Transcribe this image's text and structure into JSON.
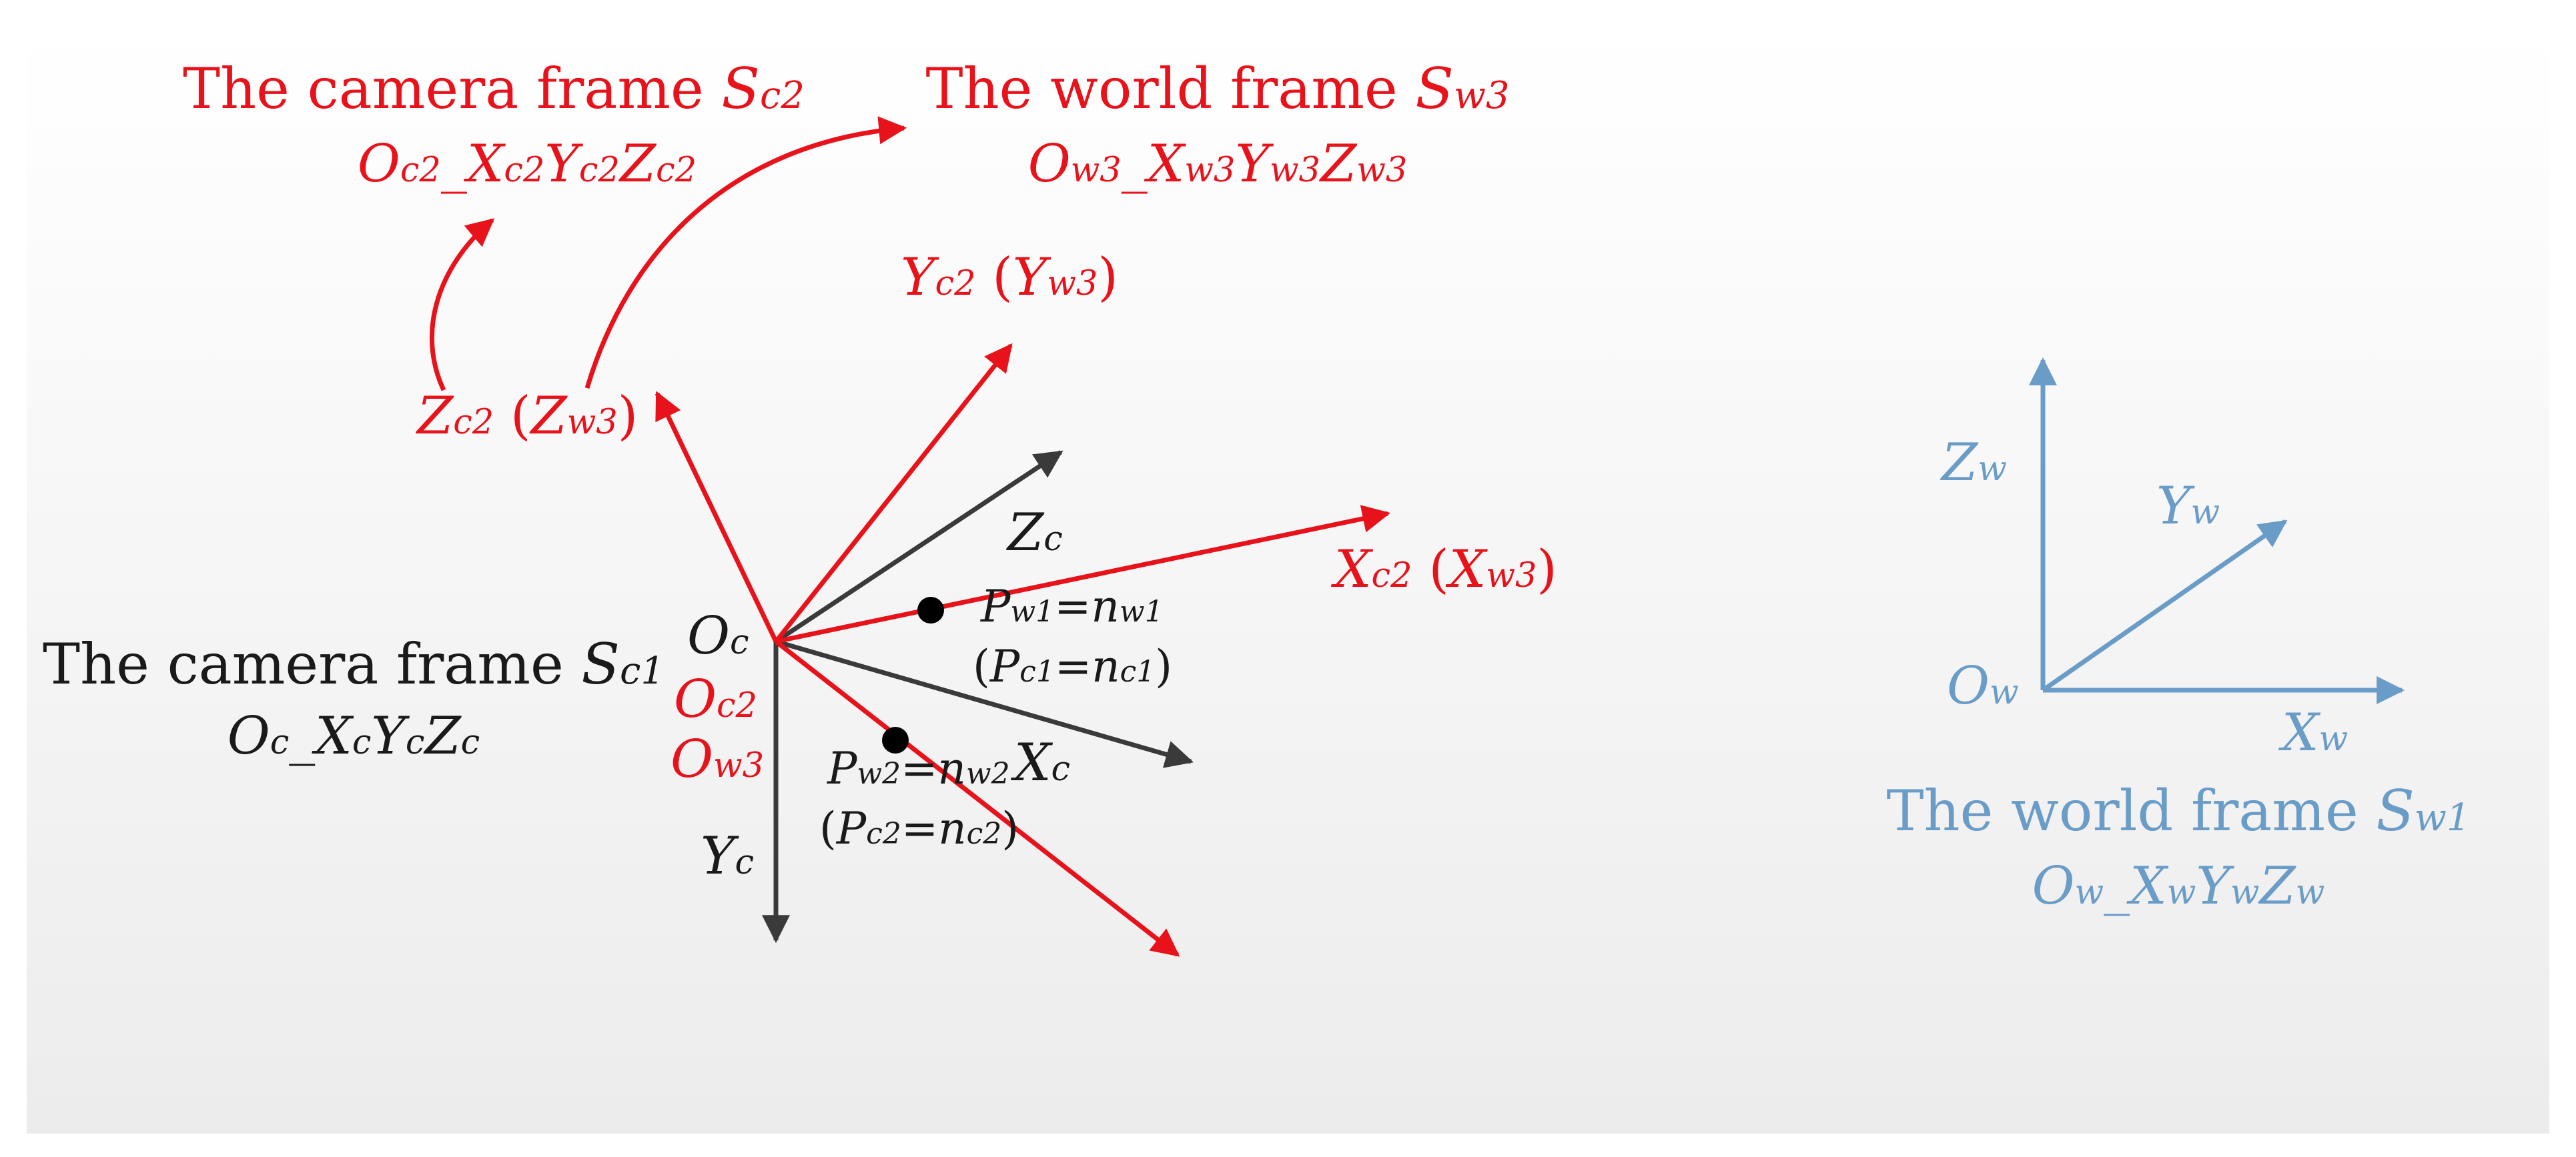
{
  "colors": {
    "red": "#e8121b",
    "black": "#1a1a1a",
    "gray_axis": "#3a3a3a",
    "blue": "#6a9cc8",
    "bg_top": "#ffffff",
    "bg_bottom": "#ececec"
  },
  "camera_frame_c2": {
    "title_prefix": "The camera frame ",
    "symbol": "S",
    "symbol_sub": "c2",
    "axes_label": [
      {
        "t": "O",
        "i": true
      },
      {
        "t": "c2",
        "s": true
      },
      {
        "t": "_",
        "i": false
      },
      {
        "t": "X",
        "i": true
      },
      {
        "t": "c2",
        "s": true
      },
      {
        "t": "Y",
        "i": true
      },
      {
        "t": "c2",
        "s": true
      },
      {
        "t": "Z",
        "i": true
      },
      {
        "t": "c2",
        "s": true
      }
    ]
  },
  "world_frame_w3": {
    "title_prefix": "The world frame ",
    "symbol": "S",
    "symbol_sub": "w3",
    "axes_label": [
      {
        "t": "O",
        "i": true
      },
      {
        "t": "w3",
        "s": true
      },
      {
        "t": "_",
        "i": false
      },
      {
        "t": "X",
        "i": true
      },
      {
        "t": "w3",
        "s": true
      },
      {
        "t": "Y",
        "i": true
      },
      {
        "t": "w3",
        "s": true
      },
      {
        "t": "Z",
        "i": true
      },
      {
        "t": "w3",
        "s": true
      }
    ]
  },
  "camera_frame_c1": {
    "title_prefix": "The camera frame ",
    "symbol": "S",
    "symbol_sub": "c1",
    "axes_label": [
      {
        "t": "O",
        "i": true
      },
      {
        "t": "c",
        "s": true
      },
      {
        "t": "_",
        "i": false
      },
      {
        "t": "X",
        "i": true
      },
      {
        "t": "c",
        "s": true
      },
      {
        "t": "Y",
        "i": true
      },
      {
        "t": "c",
        "s": true
      },
      {
        "t": "Z",
        "i": true
      },
      {
        "t": "c",
        "s": true
      }
    ]
  },
  "world_frame_w1": {
    "title_prefix": "The world frame ",
    "symbol": "S",
    "symbol_sub": "w1",
    "axes_label": [
      {
        "t": "O",
        "i": true
      },
      {
        "t": "w",
        "s": true
      },
      {
        "t": "_",
        "i": false
      },
      {
        "t": "X",
        "i": true
      },
      {
        "t": "w",
        "s": true
      },
      {
        "t": "Y",
        "i": true
      },
      {
        "t": "w",
        "s": true
      },
      {
        "t": "Z",
        "i": true
      },
      {
        "t": "w",
        "s": true
      }
    ]
  },
  "axis_labels": {
    "zc2": [
      {
        "t": "Z",
        "i": true
      },
      {
        "t": "c2",
        "s": true
      },
      {
        "t": "  (",
        "i": false
      },
      {
        "t": "Z",
        "i": true
      },
      {
        "t": "w3",
        "s": true
      },
      {
        "t": ")",
        "i": false
      }
    ],
    "yc2": [
      {
        "t": "Y",
        "i": true
      },
      {
        "t": "c2",
        "s": true
      },
      {
        "t": "  (",
        "i": false
      },
      {
        "t": "Y",
        "i": true
      },
      {
        "t": "w3",
        "s": true
      },
      {
        "t": ")",
        "i": false
      }
    ],
    "xc2": [
      {
        "t": "X",
        "i": true
      },
      {
        "t": "c2",
        "s": true
      },
      {
        "t": "  (",
        "i": false
      },
      {
        "t": "X",
        "i": true
      },
      {
        "t": "w3",
        "s": true
      },
      {
        "t": ")",
        "i": false
      }
    ],
    "zc": [
      {
        "t": "Z",
        "i": true
      },
      {
        "t": "c",
        "s": true
      }
    ],
    "xc": [
      {
        "t": "X",
        "i": true
      },
      {
        "t": "c",
        "s": true
      }
    ],
    "yc": [
      {
        "t": "Y",
        "i": true
      },
      {
        "t": "c",
        "s": true
      }
    ],
    "oc": [
      {
        "t": "O",
        "i": true
      },
      {
        "t": "c",
        "s": true
      }
    ],
    "oc2": [
      {
        "t": "O",
        "i": true
      },
      {
        "t": "c2",
        "s": true
      }
    ],
    "ow3": [
      {
        "t": "O",
        "i": true
      },
      {
        "t": "w3",
        "s": true
      }
    ],
    "zw": [
      {
        "t": "Z",
        "i": true
      },
      {
        "t": "w",
        "s": true
      }
    ],
    "yw": [
      {
        "t": "Y",
        "i": true
      },
      {
        "t": "w",
        "s": true
      }
    ],
    "xw": [
      {
        "t": "X",
        "i": true
      },
      {
        "t": "w",
        "s": true
      }
    ],
    "ow": [
      {
        "t": "O",
        "i": true
      },
      {
        "t": "w",
        "s": true
      }
    ]
  },
  "points": {
    "p1_line1": [
      {
        "t": "P",
        "i": true
      },
      {
        "t": "w1",
        "s": true
      },
      {
        "t": "=",
        "i": false
      },
      {
        "t": "n",
        "i": true
      },
      {
        "t": "w1",
        "s": true
      }
    ],
    "p1_line2": [
      {
        "t": "(",
        "i": false
      },
      {
        "t": "P",
        "i": true
      },
      {
        "t": "c1",
        "s": true
      },
      {
        "t": "=",
        "i": false
      },
      {
        "t": "n",
        "i": true
      },
      {
        "t": "c1",
        "s": true
      },
      {
        "t": ")",
        "i": false
      }
    ],
    "p2_line1": [
      {
        "t": "P",
        "i": true
      },
      {
        "t": "w2",
        "s": true
      },
      {
        "t": "=",
        "i": false
      },
      {
        "t": "n",
        "i": true
      },
      {
        "t": "w2",
        "s": true
      }
    ],
    "p2_line2": [
      {
        "t": "(",
        "i": false
      },
      {
        "t": "P",
        "i": true
      },
      {
        "t": "c2",
        "s": true
      },
      {
        "t": "=",
        "i": false
      },
      {
        "t": "n",
        "i": true
      },
      {
        "t": "c2",
        "s": true
      },
      {
        "t": ")",
        "i": false
      }
    ]
  }
}
